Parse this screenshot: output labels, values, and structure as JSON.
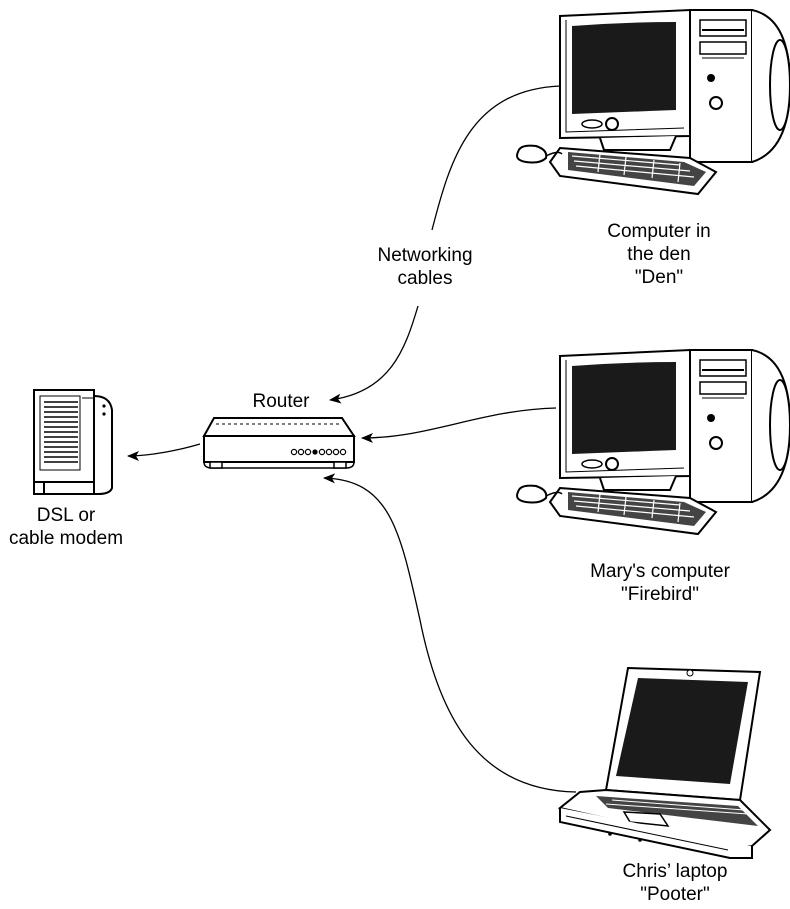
{
  "labels": {
    "networking": [
      "Networking",
      "cables"
    ],
    "router": "Router",
    "modem": [
      "DSL or",
      "cable modem"
    ],
    "den": [
      "Computer in",
      "the den",
      "\"Den\""
    ],
    "mary": [
      "Mary's computer",
      "\"Firebird\""
    ],
    "chris": [
      "Chris’ laptop",
      "\"Pooter\""
    ]
  }
}
